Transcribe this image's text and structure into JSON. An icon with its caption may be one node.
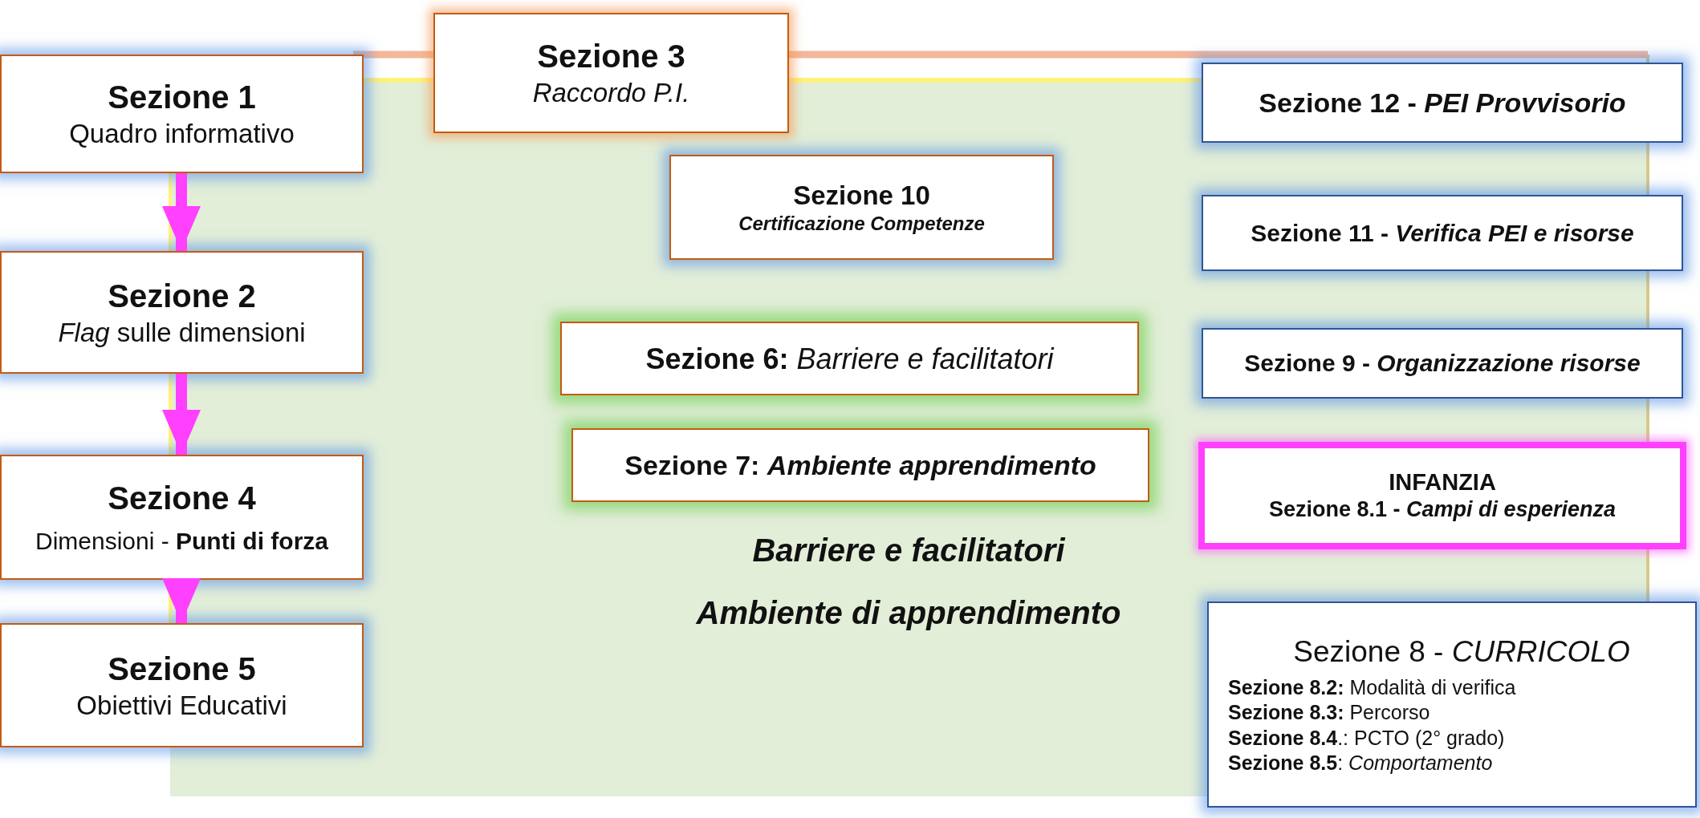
{
  "diagram": {
    "nodes": [
      {
        "text": [
          "Sezione 1",
          "Quadro informativo"
        ]
      },
      {
        "text": [
          "Sezione 2",
          "*Flag* sulle dimensioni"
        ]
      },
      {
        "text": [
          "Sezione 4",
          "Dimensioni - **Punti di forza**"
        ]
      },
      {
        "text": [
          "Sezione 5",
          "Obiettivi Educativi"
        ]
      },
      {
        "text": [
          "Sezione 3",
          "Raccordo P.I."
        ]
      },
      {
        "text": [
          "Sezione 10",
          "Certificazione Competenze"
        ]
      },
      {
        "text": [
          "**Sezione 6:** *Barriere e facilitatori*"
        ]
      },
      {
        "text": [
          "**Sezione 7:** *Ambiente apprendimento*"
        ]
      },
      {
        "text": [
          "Sezione 12 - *PEI Provvisorio*"
        ]
      },
      {
        "text": [
          "Sezione 11 - *Verifica PEI e risorse*"
        ]
      },
      {
        "text": [
          "Sezione 9 - *Organizzazione risorse*"
        ]
      },
      {
        "text": [
          "INFANZIA",
          "Sezione 8.1 - *Campi di esperienza*"
        ]
      },
      {
        "text": [
          "Sezione 8 - *CURRICOLO*",
          "**Sezione 8.2:** Modalità di verifica",
          "**Sezione 8.3:** Percorso",
          "**Sezione 8.4**.: PCTO (2° grado)",
          "**Sezione 8.5**: *Comportamento*"
        ]
      }
    ],
    "edges": [
      {
        "from": 0,
        "to": 1,
        "arrow": "to"
      },
      {
        "from": 1,
        "to": 2,
        "arrow": "to"
      },
      {
        "from": 2,
        "to": 3,
        "arrow": "to"
      }
    ],
    "labels": [
      "Barriere e facilitatori",
      "Ambiente di apprendimento"
    ]
  }
}
